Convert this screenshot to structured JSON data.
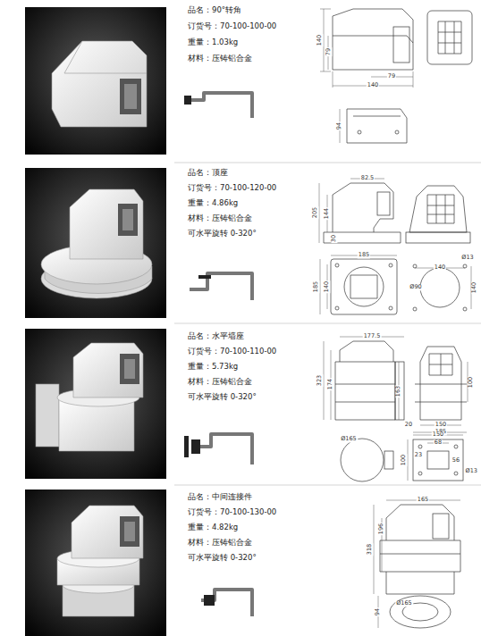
{
  "diagram": {
    "labels": [
      "品名：90°转角",
      "订货号：70-100-100-00",
      "重量：1.03kg",
      "材料：压铸铝合金",
      "140",
      "79",
      "79",
      "140",
      "94",
      "品名：顶座",
      "订货号：70-100-120-00",
      "重量：4.86kg",
      "材料：压铸铝合金",
      "可水平旋转 0-320°",
      "82.5",
      "205",
      "144",
      "30",
      "185",
      "185",
      "140",
      "140",
      "Ø13",
      "Ø90",
      "140",
      "品名：水平墙座",
      "订货号：70-100-110-00",
      "重量：5.73kg",
      "材料：压铸铝合金",
      "可水平旋转 0-320°",
      "177.5",
      "323",
      "174",
      "163",
      "20",
      "100",
      "150",
      "185",
      "Ø165",
      "150",
      "68",
      "23",
      "100",
      "56",
      "Ø13",
      "品名：中间连接件",
      "订货号：70-100-130-00",
      "重量：4.82kg",
      "材料：压铸铝合金",
      "可水平旋转 0-320°",
      "165",
      "318",
      "196",
      "Ø165",
      "94"
    ]
  }
}
